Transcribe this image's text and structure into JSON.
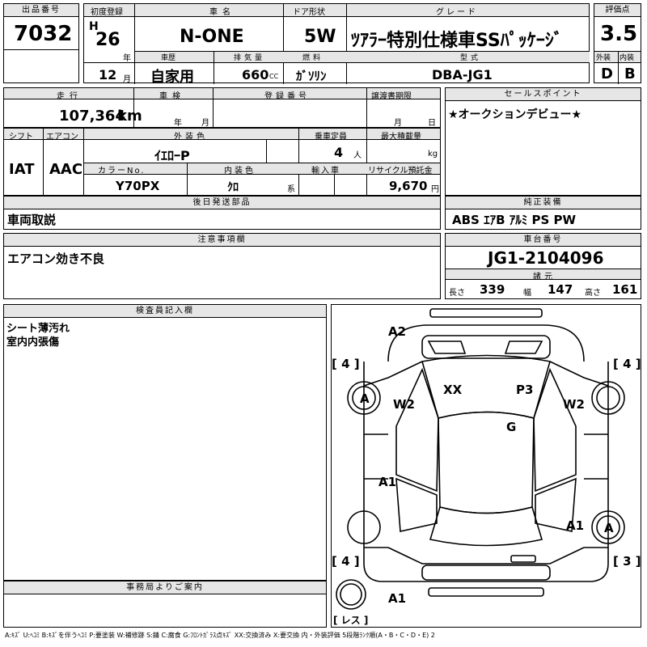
{
  "labels": {
    "lot_no": "出品番号",
    "first_reg": "初度登録",
    "car_name": "車名",
    "door": "ドア形状",
    "grade": "グレード",
    "score": "評価点",
    "history": "車歴",
    "displacement": "排気量",
    "fuel": "燃料",
    "model_type": "型式",
    "exterior": "外装",
    "interior": "内装",
    "mileage": "走行",
    "inspection": "車検",
    "reg_no": "登録番号",
    "transfer": "譲渡書期限",
    "sales_point": "セールスポイント",
    "shift": "シフト",
    "aircon": "エアコン",
    "ext_color": "外装色",
    "capacity": "乗車定員",
    "max_load": "最大積載量",
    "color_no": "カラーNo.",
    "int_color": "内装色",
    "import": "輸入車",
    "recycle": "リサイクル預託金",
    "later_parts": "後日発送部品",
    "genuine": "純正装備",
    "notes": "注意事項欄",
    "chassis": "車台番号",
    "dims": "諸元",
    "inspector": "検査員記入欄",
    "office": "事務局よりご案内"
  },
  "units": {
    "year": "年",
    "month": "月",
    "cc": "CC",
    "km": "km",
    "person": "人",
    "kg": "kg",
    "yen": "円",
    "kei": "系",
    "length": "長さ",
    "width": "幅",
    "height": "高さ"
  },
  "vehicle": {
    "lot_no": "7032",
    "era": "H",
    "year": "26",
    "month": "12",
    "name": "N-ONE",
    "door": "5W",
    "grade": "ﾂｱﾗｰ特別仕様車SSﾊﾟｯｹｰｼﾞ",
    "score": "3.5",
    "history": "自家用",
    "displacement": "660",
    "fuel": "ｶﾞｿﾘﾝ",
    "model_type": "DBA-JG1",
    "ext_grade": "D",
    "int_grade": "B",
    "mileage": "107,364",
    "shift": "IAT",
    "aircon": "AAC",
    "ext_color": "ｲｴﾛｰP",
    "capacity": "4",
    "color_no": "Y70PX",
    "int_color": "ｸﾛ",
    "recycle": "9,670",
    "later_parts": "車両取説",
    "sales_point": "★オークションデビュー★",
    "genuine": "ABS ｴｱB ｱﾙﾐ PS PW",
    "notes": "エアコン効き不良",
    "chassis_no": "JG1-2104096",
    "length": "339",
    "width": "147",
    "height": "161"
  },
  "inspector_notes": [
    "シート薄汚れ",
    "室内内張傷"
  ],
  "diagram": {
    "marks": {
      "a2": "A2",
      "xx": "XX",
      "p3": "P3",
      "w2_left": "W2",
      "w2_right": "W2",
      "g": "G",
      "a1_left": "A1",
      "a1_right": "A1",
      "a1_bottom": "A1",
      "a_left": "A",
      "a_right": "A"
    },
    "tire_tl": "[ 4 ]",
    "tire_tr": "[ 4 ]",
    "tire_bl": "[ 4 ]",
    "tire_br": "[ 3 ]",
    "spare": "[ レス ]"
  },
  "legend": "A:ｷｽﾞ U:ﾍｺﾐ B:ｷｽﾞを伴うﾍｺﾐ P:要塗装 W:補修跡 S:錆 C:腐食 G:ﾌﾛﾝﾄｶﾞﾗｽ点ｷｽﾞ XX:交換済み X:要交換 内・外装評価 5段階ﾗﾝｸ順(A・B・C・D・E) 2"
}
